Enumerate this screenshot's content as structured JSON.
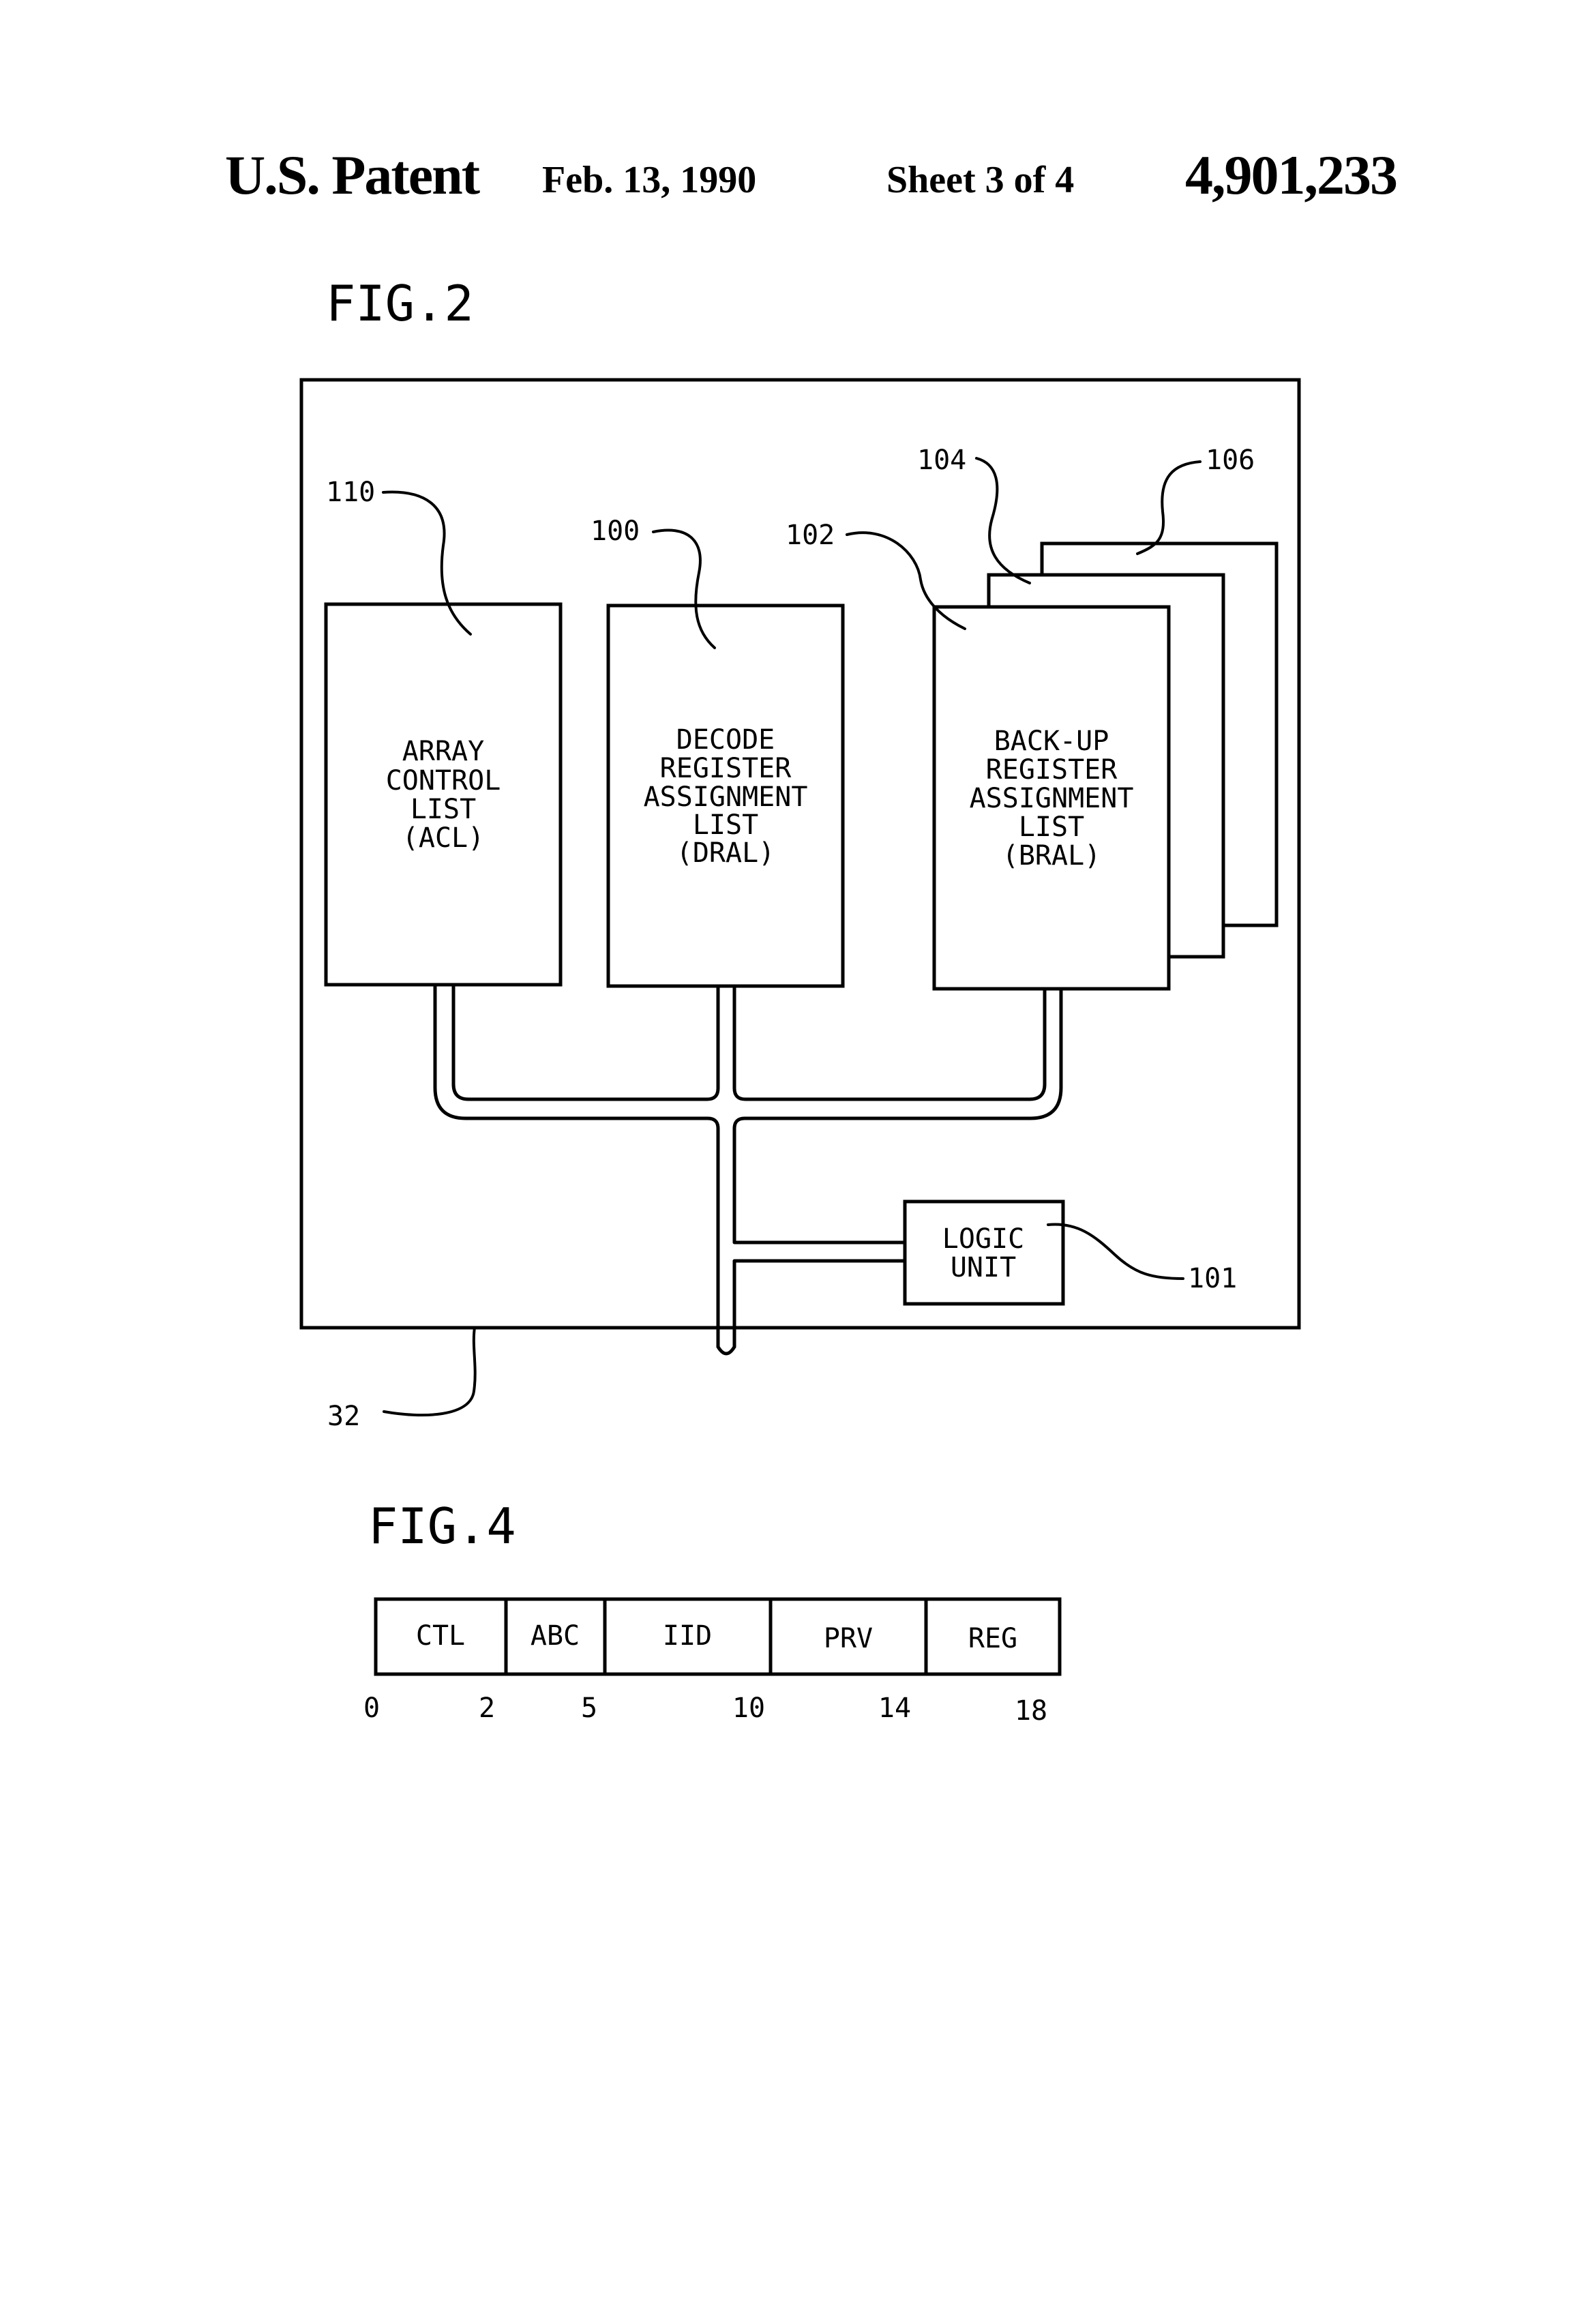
{
  "header": {
    "left": "U.S. Patent",
    "date": "Feb. 13, 1990",
    "sheet": "Sheet 3 of 4",
    "patent_number": "4,901,233"
  },
  "fig2": {
    "title": "FIG.2",
    "acl": {
      "lines": [
        "ARRAY",
        "CONTROL",
        "LIST",
        "(ACL)"
      ],
      "ref": "110"
    },
    "dral": {
      "lines": [
        "DECODE",
        "REGISTER",
        "ASSIGNMENT",
        "LIST",
        "(DRAL)"
      ],
      "ref": "100"
    },
    "bral": {
      "lines": [
        "BACK-UP",
        "REGISTER",
        "ASSIGNMENT",
        "LIST",
        "(BRAL)"
      ],
      "ref": "102"
    },
    "bral_copy1_ref": "104",
    "bral_copy2_ref": "106",
    "logic_unit": {
      "lines": [
        "LOGIC",
        "UNIT"
      ],
      "ref": "101"
    },
    "outer_ref": "32"
  },
  "fig4": {
    "title": "FIG.4",
    "fields": [
      "CTL",
      "ABC",
      "IID",
      "PRV",
      "REG"
    ],
    "bit_positions": [
      "0",
      "2",
      "5",
      "10",
      "14",
      "18"
    ]
  }
}
